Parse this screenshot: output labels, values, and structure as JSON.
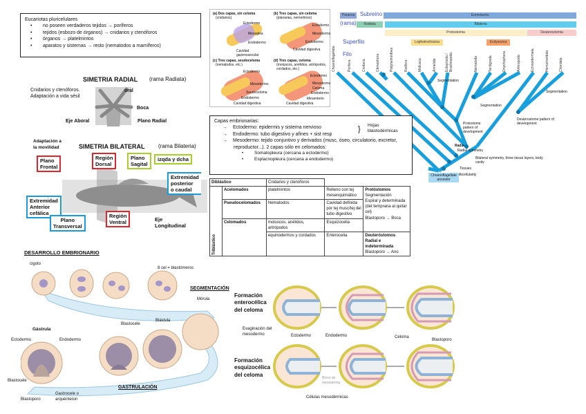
{
  "eucariotas": {
    "title": "Eucariotas pluricelulares",
    "items": [
      "no poseen verdaderos tejidos → poríferos",
      "tejidos (esbozo de órganos) → cnidarios y ctenóforos",
      "órganos → platelmintos",
      "aparatos y sistemas → resto (nematodos a mamíferos)"
    ]
  },
  "germ_layers_figure": {
    "panels": [
      {
        "title": "(a) Dos capas, sin celoma",
        "subtitle": "(cnidarios)",
        "labels": [
          "Ectodermo",
          "Mesoglea",
          "Endodermo",
          "Cavidad gastrovascular"
        ]
      },
      {
        "title": "(b) Tres capas, sin celoma",
        "subtitle": "(planarias, nemertinos)",
        "labels": [
          "Ectodermo",
          "Mesodermo",
          "Endodermo",
          "Cavidad digestiva"
        ]
      },
      {
        "title": "(c) Tres capas, seudoceloma",
        "subtitle": "(nematodos, etc.)",
        "labels": [
          "Ectodermo",
          "Mesodermo",
          "Seudoceloma",
          "Endodermo",
          "Cavidad digestiva"
        ]
      },
      {
        "title": "(d) Tres capas, celoma",
        "subtitle": "(moluscos, anélidos, artrópodos, cordados, etc.)",
        "labels": [
          "Ectodermo",
          "Mesodermo",
          "Celoma",
          "Endodermo",
          "Mesenterio",
          "Cavidad digestiva"
        ]
      }
    ]
  },
  "phylogeny": {
    "rows": [
      {
        "label": "Parazoa",
        "group": "Eumetazoa"
      },
      {
        "label": "Radiata",
        "group": "Bilateria"
      },
      {
        "group": "Protostomia"
      },
      {
        "group": "Deuterostomia"
      }
    ],
    "row_labels": {
      "subreino": "Subreino",
      "rama": "(rama)",
      "superfilo": "Superfilo",
      "filo": "Filo"
    },
    "superphyla": [
      "Lophotrochozoa",
      "Ecdysozoa"
    ],
    "phyla": [
      "Choanoflagellata",
      "Porifera",
      "Cnidaria",
      "Ctenophora",
      "Platyhelminthes",
      "Rotifera",
      "Mollusca",
      "Annelida",
      "Ectoprocta / Brachiopoda",
      "Nematoda",
      "Tardigrada",
      "Onychophora",
      "Arthropoda",
      "Echinodermata",
      "Hemichordata",
      "Chordata"
    ],
    "annotations": [
      "Segmentation",
      "Segmentation",
      "Segmentation",
      "Protostome pattern of development",
      "Deuterostome pattern of development",
      "Radial symmetry",
      "Bilateral symmetry, three tissue layers, body cavity",
      "Tissues",
      "Multicellularity",
      "Choanoflagellate ancestor"
    ],
    "radia_label": "Radia"
  },
  "simetria_radial": {
    "title": "SIMETRIA RADIAL",
    "rama": "(rama Radiata)",
    "note": [
      "Cnidarios y ctenóforos.",
      "Adaptación a vida sésil"
    ],
    "labels": {
      "oral": "oral",
      "boca": "Boca",
      "eje": "Eje Aboral",
      "plano": "Plano Radial"
    }
  },
  "simetria_bilateral": {
    "title": "SIMETRIA BILATERAL",
    "rama": "(rama Bilateria)",
    "note": [
      "Adaptación a",
      "la movilidad"
    ],
    "labels": {
      "plano_frontal": [
        "Plano",
        "Frontal"
      ],
      "region_dorsal": [
        "Región",
        "Dorsal"
      ],
      "plano_sagital": [
        "Plano",
        "Sagital"
      ],
      "izqda": "izqda y dcha",
      "ext_posterior": [
        "Extremidad",
        "posterior",
        "o caudal"
      ],
      "ext_anterior": [
        "Extremidad",
        "Anterior",
        "cefálica"
      ],
      "plano_transversal": [
        "Plano",
        "Transversal"
      ],
      "region_ventral": [
        "Región",
        "Ventral"
      ],
      "eje_longitudinal": [
        "Eje",
        "Longitudinal"
      ]
    }
  },
  "capas": {
    "title": "Capas embrionarias:",
    "items": [
      {
        "label": "Ectodermo",
        "text": ": epidermis y sistema nervioso"
      },
      {
        "label": "Endodermo",
        "text": ": tubo digestivo y afines + sist resp"
      },
      {
        "label": "Mesodermo",
        "text": ": tejido conjuntivo y derivados (musc, óseo, circulatorio, excretor, reproductor...). 2 capas sólo en celomados:"
      }
    ],
    "sub": [
      "Somatopleura (cercana a ectodermo)",
      "Esplacnopleura (cercana a endodermo)"
    ],
    "hojas": [
      "Hojas",
      "blastodérmicas"
    ]
  },
  "tabla": {
    "diblastico": "Diblástico",
    "diblastico_val": "Cnidarios y ctenóforos",
    "triblastico": "Triblástico",
    "rows": [
      {
        "tipo": "Acelomados",
        "grupo": "platelmintos",
        "celoma": "Relleno con tej mesenquimático"
      },
      {
        "tipo": "Pseudocelomados",
        "grupo": "Nematodos",
        "celoma": "Cavidad definida por tej musc/tej del tubo digestivo"
      },
      {
        "tipo": "Celomados",
        "grupo": "moluscos, anélidos, artrópodos",
        "celoma": "Esquizocelia"
      },
      {
        "tipo": "",
        "grupo": "equinodermos y cordados",
        "celoma": "Enterocelia"
      }
    ],
    "protostomos": [
      "Protóstomos",
      "Segmentación",
      "Espiral y determinada (det temprana al quitar cel)",
      "Blastoporo → Boca"
    ],
    "deuterostomos": [
      "Deuteróstomos Radial e indeterminada",
      "Blastoporo → Ano"
    ]
  },
  "desarrollo": {
    "title": "DESARROLLO EMBRIONARIO",
    "cigoto": "cigoto",
    "ocho": "8 cel = blastómeros",
    "segmentacion": "SEGMENTACIÓN",
    "morula": "Mórula",
    "blastula": "Blástula",
    "blastocele": "Blastocele",
    "gastrula": "Gástrula",
    "ectodermo": "Ectodermo",
    "endodermo": "Endodermo",
    "blastocele2": "Blastocele",
    "blastoporo": "Blastoporo",
    "gastrocele": [
      "Gastrocele o",
      "arquénteron"
    ],
    "gastrulacion": "GASTRULACIÓN"
  },
  "celoma": {
    "enterocelica": [
      "Formación",
      "enterocélica",
      "del celoma"
    ],
    "esquizocelica": [
      "Formación",
      "esquizocélica",
      "del celoma"
    ],
    "evaginacion": [
      "Evaginación del",
      "mesodermo"
    ],
    "ectodermo": "Ectodermo",
    "endodermo": "Endodermo",
    "celoma": "Celoma",
    "blastoporo": "Blastoporo",
    "bloco": [
      "Bloco de",
      "mesoderma"
    ],
    "celulas": "Células mesodérmicas"
  }
}
